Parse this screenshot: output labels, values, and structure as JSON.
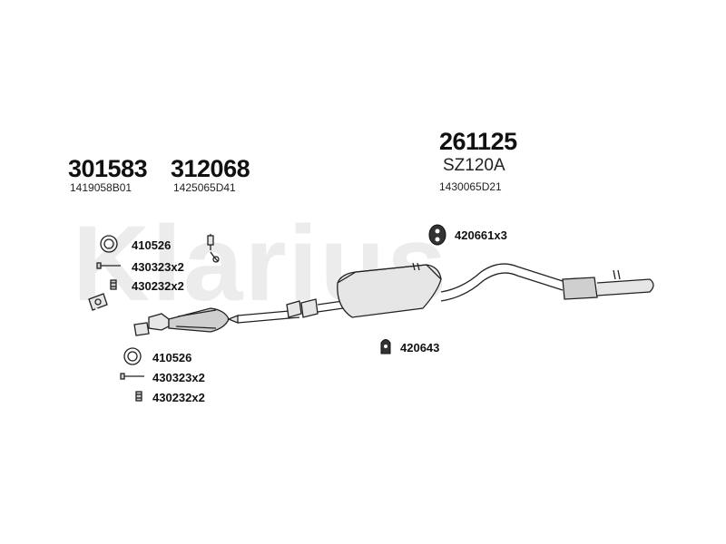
{
  "watermark": "Klarius",
  "groups": [
    {
      "part_number": "301583",
      "sub_code": "1419058B01"
    },
    {
      "part_number": "312068",
      "sub_code": "1425065D41"
    },
    {
      "part_number": "261125",
      "model_code": "SZ120A",
      "sub_code": "1430065D21"
    }
  ],
  "fittings": {
    "upper": [
      {
        "icon": "ring-icon",
        "label": "410526"
      },
      {
        "icon": "bolt-icon",
        "label": "430323x2"
      },
      {
        "icon": "nut-icon",
        "label": "430232x2"
      }
    ],
    "lower": [
      {
        "icon": "ring-icon",
        "label": "410526"
      },
      {
        "icon": "bolt-icon",
        "label": "430323x2"
      },
      {
        "icon": "nut-icon",
        "label": "430232x2"
      }
    ],
    "rear_mount": {
      "icon": "rubber-mount-icon",
      "label": "420661x3"
    },
    "mid_mount": {
      "icon": "hanger-icon",
      "label": "420643"
    }
  }
}
